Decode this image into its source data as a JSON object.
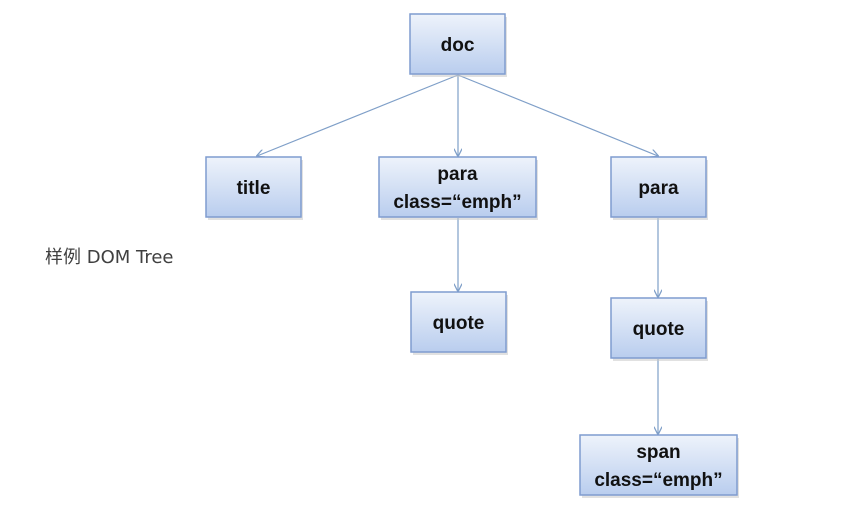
{
  "caption": "样例 DOM Tree",
  "nodes": {
    "doc": {
      "lines": [
        "doc"
      ]
    },
    "title": {
      "lines": [
        "title"
      ]
    },
    "para1": {
      "lines": [
        "para",
        "class=“emph”"
      ]
    },
    "para2": {
      "lines": [
        "para"
      ]
    },
    "quote1": {
      "lines": [
        "quote"
      ]
    },
    "quote2": {
      "lines": [
        "quote"
      ]
    },
    "span": {
      "lines": [
        "span",
        "class=“emph”"
      ]
    }
  },
  "edges": [
    [
      "doc",
      "title"
    ],
    [
      "doc",
      "para1"
    ],
    [
      "doc",
      "para2"
    ],
    [
      "para1",
      "quote1"
    ],
    [
      "para2",
      "quote2"
    ],
    [
      "quote2",
      "span"
    ]
  ],
  "colors": {
    "box_top": "#eef3fb",
    "box_bottom": "#b9cdee",
    "box_border": "#7f9ccf",
    "edge": "#7f9fc8"
  }
}
